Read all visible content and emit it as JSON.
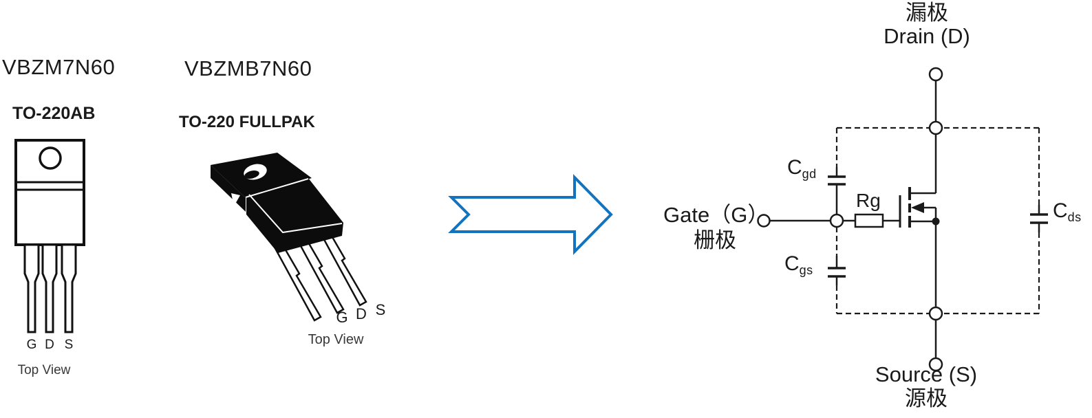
{
  "packages": [
    {
      "part_number": "VBZM7N60",
      "package_type": "TO-220AB",
      "pins": [
        "G",
        "D",
        "S"
      ],
      "view_label": "Top View"
    },
    {
      "part_number": "VBZMB7N60",
      "package_type": "TO-220 FULLPAK",
      "pins": [
        "G",
        "D",
        "S"
      ],
      "view_label": "Top View"
    }
  ],
  "arrow": {
    "color": "#1273BF"
  },
  "circuit": {
    "line_color": "#1a1a1a",
    "drain": {
      "cn": "漏极",
      "en": "Drain (D)"
    },
    "gate": {
      "en": "Gate（G）",
      "cn": "栅极"
    },
    "source": {
      "en": "Source (S)",
      "cn": "源极"
    },
    "rg": "Rg",
    "cgd": {
      "main": "C",
      "sub": "gd"
    },
    "cgs": {
      "main": "C",
      "sub": "gs"
    },
    "cds": {
      "main": "C",
      "sub": "ds"
    }
  }
}
